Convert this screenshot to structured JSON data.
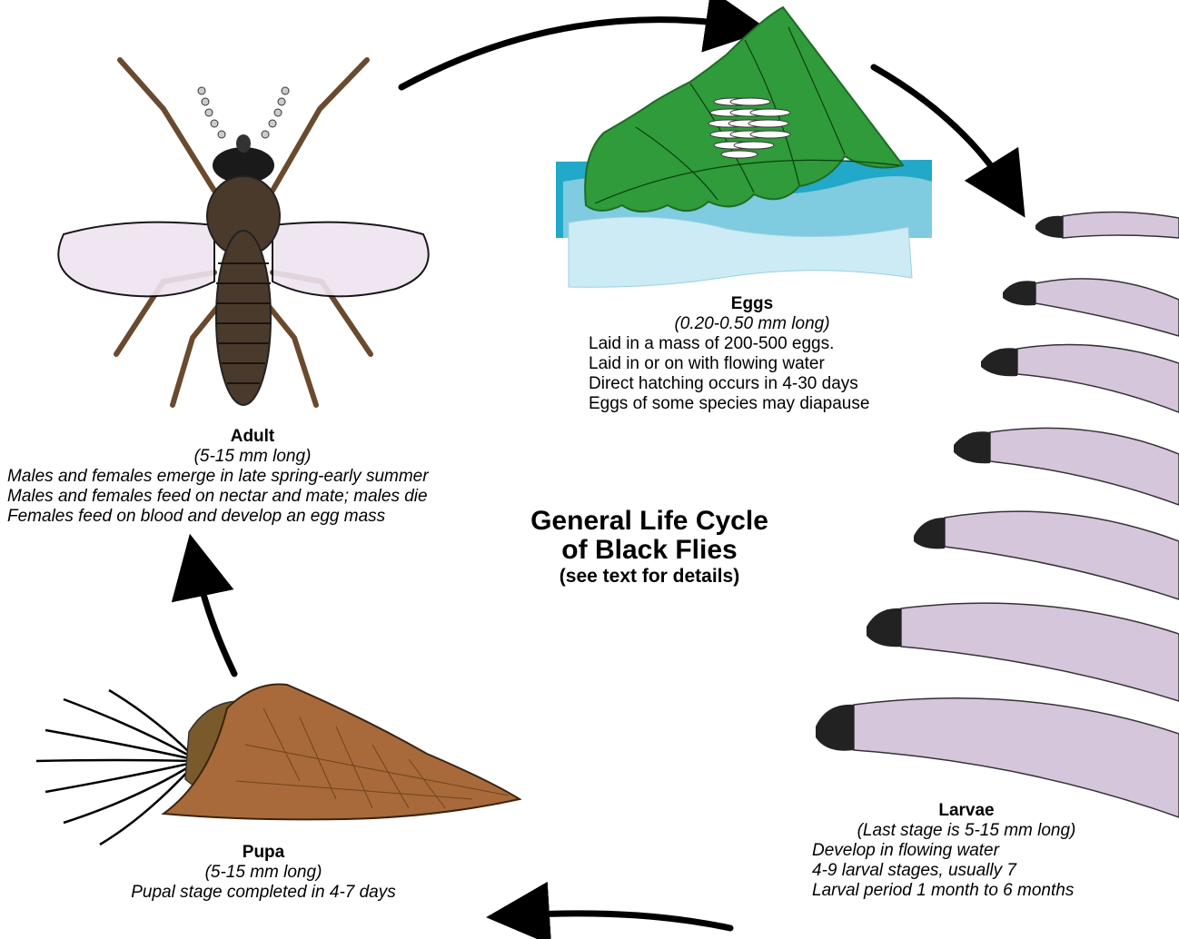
{
  "title": {
    "line1": "General Life Cycle",
    "line2": "of Black Flies",
    "line3": "(see text for details)"
  },
  "stages": {
    "eggs": {
      "name": "Eggs",
      "size": "(0.20-0.50 mm long)",
      "notes": [
        "Laid in a mass of 200-500 eggs.",
        "Laid in or on with flowing water",
        "Direct hatching occurs in 4-30 days",
        "Eggs of some species may diapause"
      ]
    },
    "adult": {
      "name": "Adult",
      "size": "(5-15 mm long)",
      "notes": [
        "Males and females emerge in late spring-early summer",
        "Males and females feed on nectar and mate; males die",
        "Females feed on blood and develop an egg mass"
      ]
    },
    "larvae": {
      "name": "Larvae",
      "size": "(Last stage is 5-15 mm long)",
      "notes": [
        "Develop in flowing water",
        "4-9 larval stages, usually 7",
        "Larval period 1 month to 6 months"
      ]
    },
    "pupa": {
      "name": "Pupa",
      "size": "(5-15 mm long)",
      "notes": [
        "Pupal stage completed in 4-7 days"
      ]
    }
  },
  "colors": {
    "leaf": "#2f9b3a",
    "leaf_dark": "#1f6b25",
    "water_dark": "#22a8c8",
    "water_mid": "#7fcbe0",
    "water_light": "#cdebf5",
    "larva": "#d6c6dc",
    "cocoon": "#a86a3a",
    "fly_body": "#4a3a2c",
    "wing": "#efe4f0"
  },
  "larval_instars_shown": 7
}
